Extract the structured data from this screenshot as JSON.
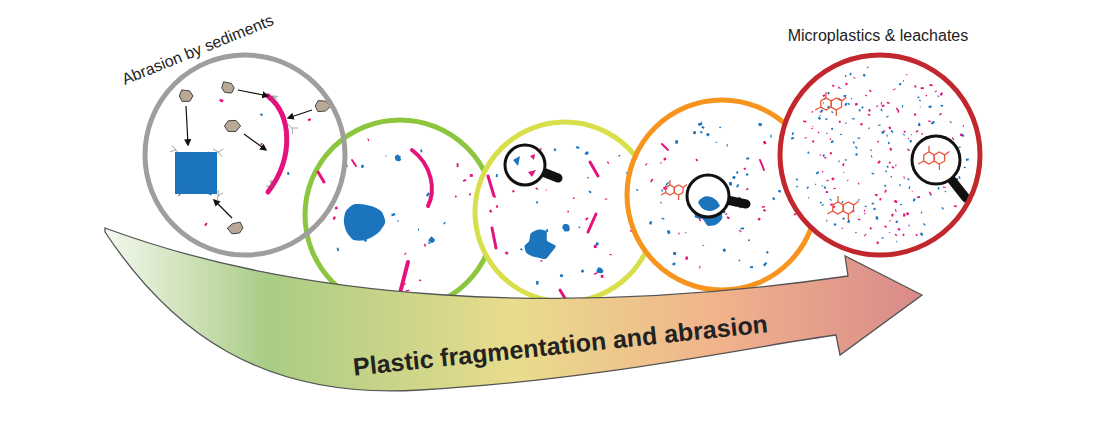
{
  "diagram": {
    "nodes": [
      {
        "text": [
          "Abrasion by sediments"
        ]
      },
      {
        "text": [
          "Microplastics & leachates"
        ]
      },
      {
        "text": [
          "Plastic fragmentation and abrasion"
        ]
      }
    ]
  }
}
